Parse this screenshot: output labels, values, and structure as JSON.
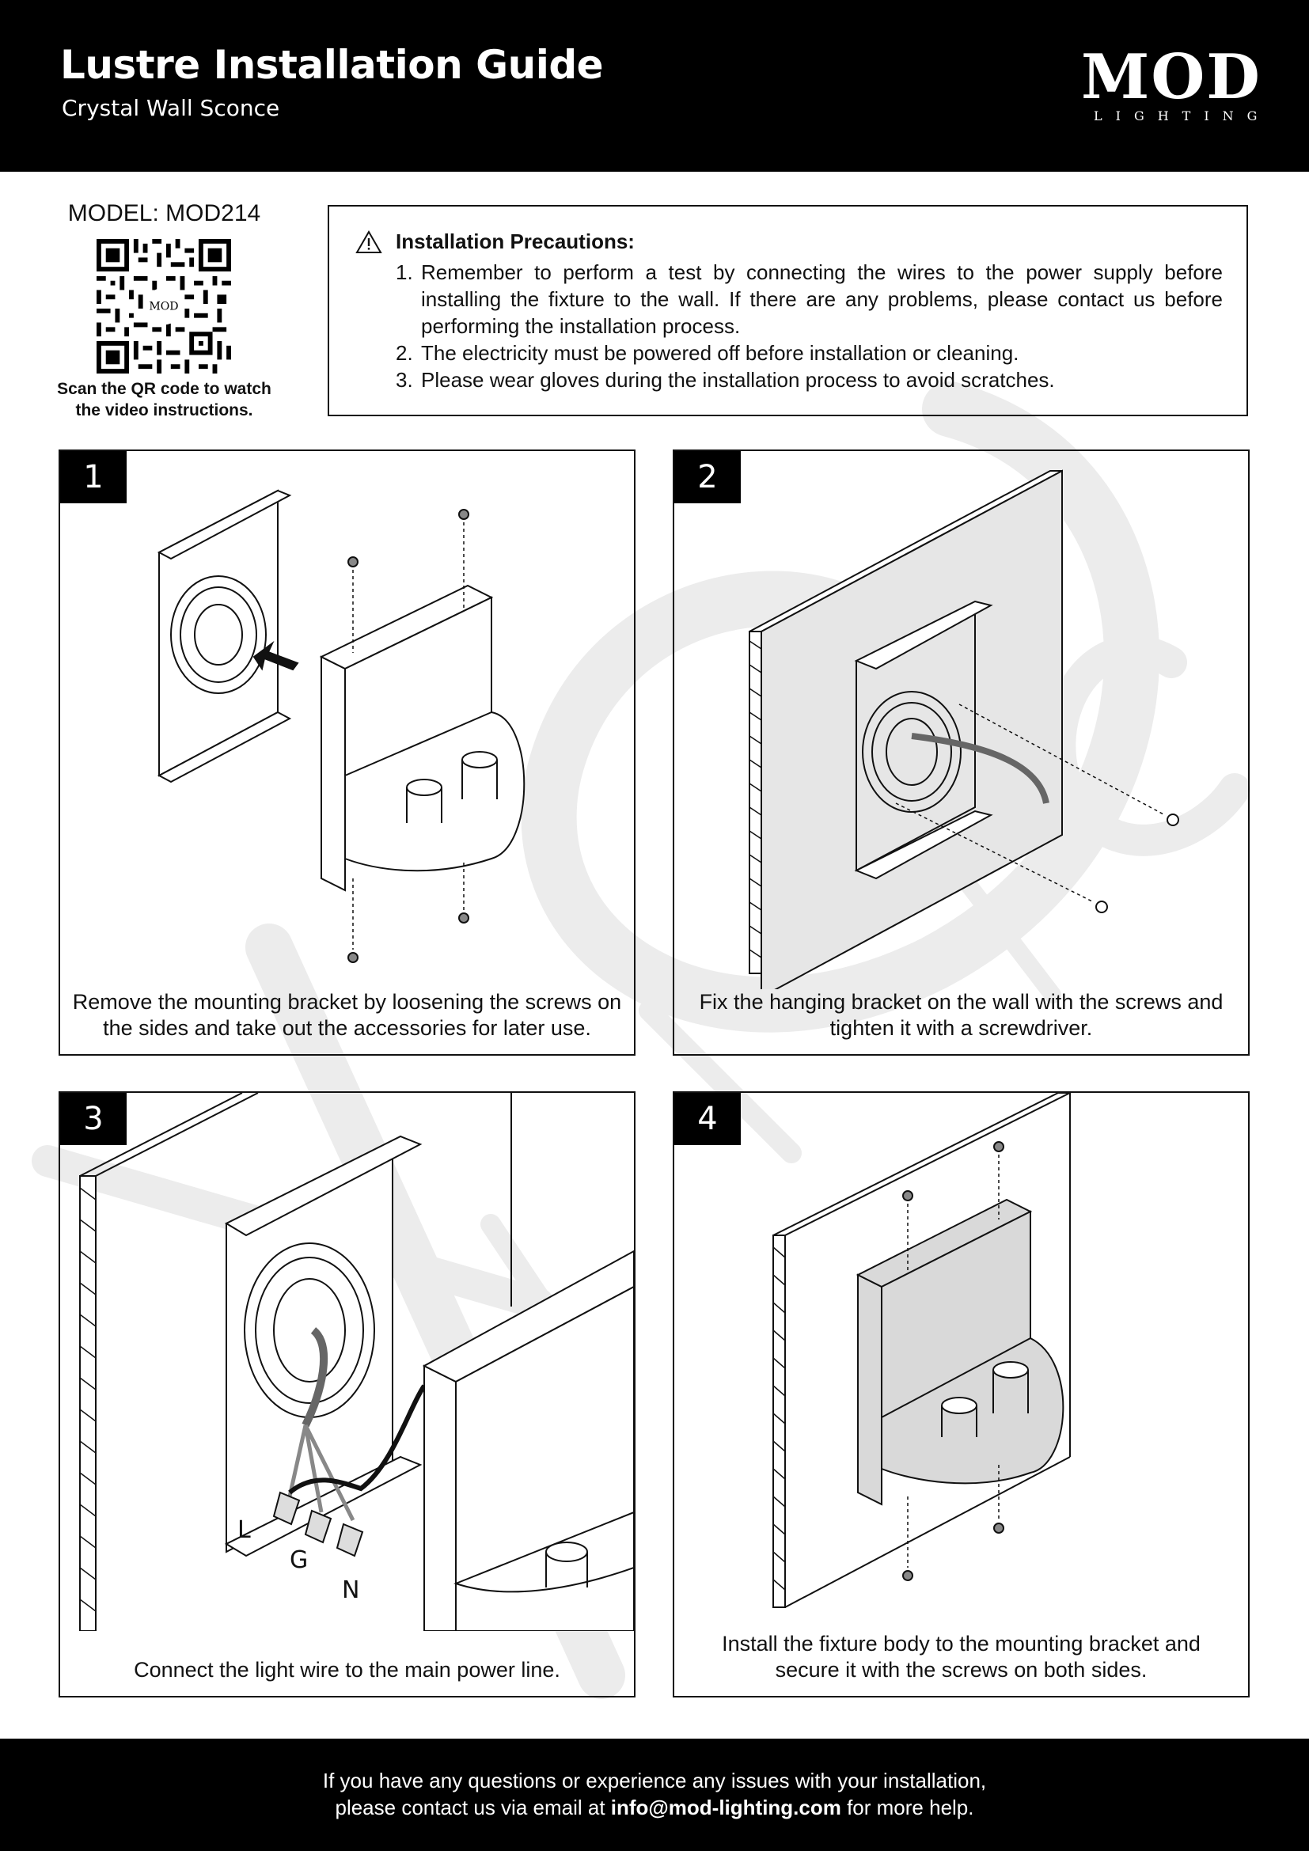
{
  "header": {
    "title": "Lustre Installation Guide",
    "subtitle": "Crystal Wall Sconce",
    "logo_main": "MOD",
    "logo_sub": "LIGHTING"
  },
  "model": {
    "label": "MODEL: MOD214",
    "qr_logo": "MOD",
    "scan_line1": "Scan the QR code to watch",
    "scan_line2": "the video instructions."
  },
  "precautions": {
    "icon": "warning-triangle-icon",
    "heading": "Installation Precautions:",
    "items": [
      {
        "num": "1.",
        "text": "Remember to perform a test by connecting the wires to the power supply before installing the fixture to the wall. If there are any problems, please contact us before performing the installation process."
      },
      {
        "num": "2.",
        "text": "The electricity must be powered off before installation or cleaning."
      },
      {
        "num": "3.",
        "text": "Please wear gloves during the installation process to avoid scratches."
      }
    ]
  },
  "steps": [
    {
      "number": "1",
      "caption_line1": "Remove the mounting bracket by loosening the screws on",
      "caption_line2": "the sides and take out the accessories for later use."
    },
    {
      "number": "2",
      "caption_line1": "Fix the hanging bracket on the wall with the screws and",
      "caption_line2": "tighten it with a screwdriver."
    },
    {
      "number": "3",
      "caption_line1": "Connect the light wire to the main power line.",
      "caption_line2": "",
      "wire_labels": [
        "L",
        "G",
        "N"
      ]
    },
    {
      "number": "4",
      "caption_line1": "Install the fixture body to the mounting bracket and",
      "caption_line2": "secure it with the screws on both sides."
    }
  ],
  "footer": {
    "line1": "If you have any questions or experience any issues with your installation,",
    "line2_prefix": "please contact us via email at ",
    "email": "info@mod-lighting.com",
    "line2_suffix": " for more help."
  },
  "colors": {
    "band": "#000000",
    "watermark": "#ececec",
    "wall_fill": "#e6e6e6",
    "wire": "#666666"
  }
}
